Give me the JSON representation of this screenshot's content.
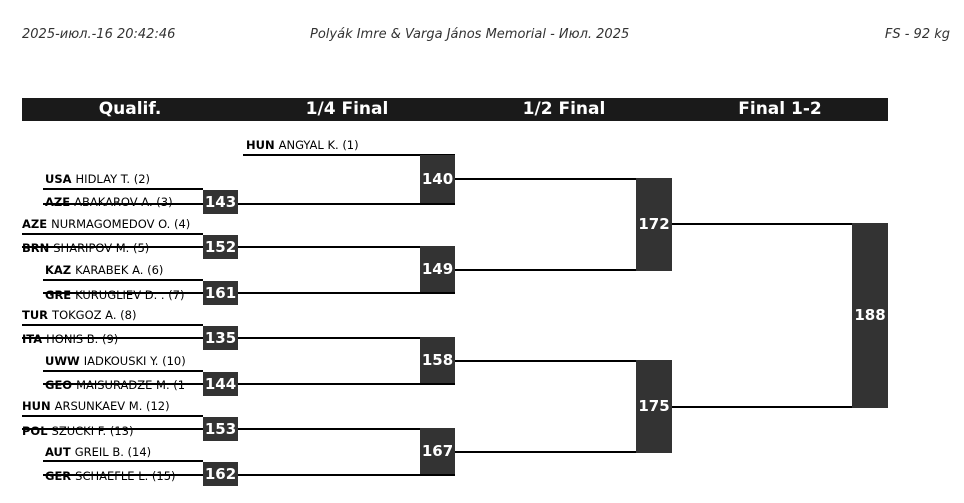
{
  "header": {
    "timestamp": "2025-июл.-16 20:42:46",
    "title": "Polyák Imre & Varga János Memorial - Июл. 2025",
    "category": "FS - 92 kg"
  },
  "stages": [
    "Qualif.",
    "1/4 Final",
    "1/2 Final",
    "Final 1-2"
  ],
  "entries": [
    {
      "country": "HUN",
      "name": "ANGYAL K. (1)"
    },
    {
      "country": "USA",
      "name": "HIDLAY T. (2)"
    },
    {
      "country": "AZE",
      "name": "ABAKAROV A. (3)"
    },
    {
      "country": "AZE",
      "name": "NURMAGOMEDOV O. (4)"
    },
    {
      "country": "BRN",
      "name": "SHARIPOV M. (5)"
    },
    {
      "country": "KAZ",
      "name": "KARABEK A. (6)"
    },
    {
      "country": "GRE",
      "name": "KURUGLIEV D. . (7)"
    },
    {
      "country": "TUR",
      "name": "TOKGOZ A. (8)"
    },
    {
      "country": "ITA",
      "name": "HONIS B. (9)"
    },
    {
      "country": "UWW",
      "name": "IADKOUSKI Y. (10)"
    },
    {
      "country": "GEO",
      "name": "MAISURADZE M. (1"
    },
    {
      "country": "HUN",
      "name": "ARSUNKAEV M. (12)"
    },
    {
      "country": "POL",
      "name": "SZUCKI F. (13)"
    },
    {
      "country": "AUT",
      "name": "GREIL B. (14)"
    },
    {
      "country": "GER",
      "name": "SCHAEFLE L. (15)"
    }
  ],
  "bouts": {
    "qualif": [
      "143",
      "152",
      "161",
      "135",
      "144",
      "153",
      "162"
    ],
    "quarter": [
      "140",
      "149",
      "158",
      "167"
    ],
    "semi": [
      "172",
      "175"
    ],
    "final": [
      "188"
    ]
  }
}
